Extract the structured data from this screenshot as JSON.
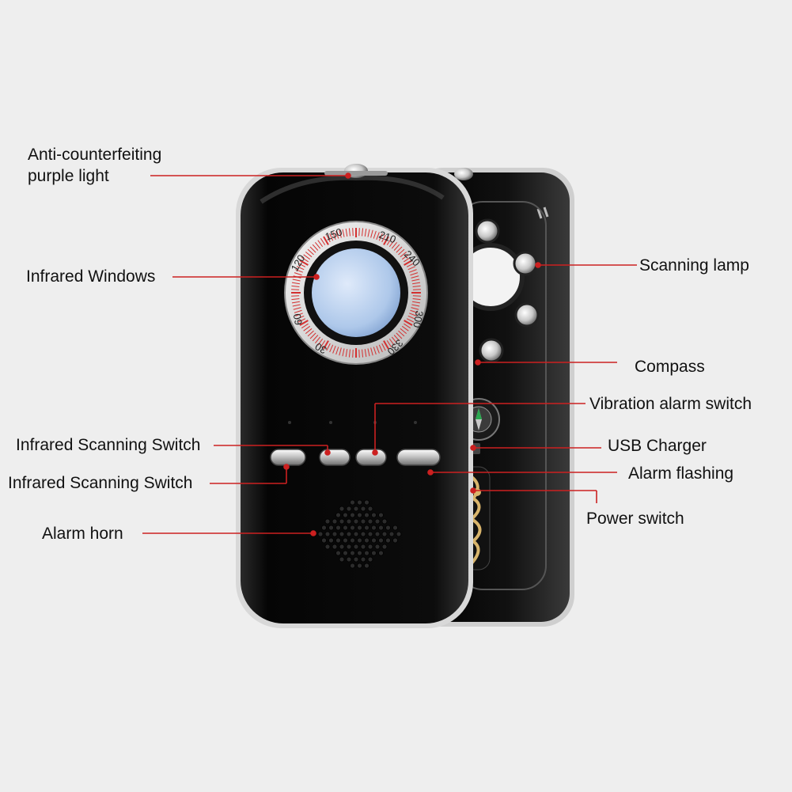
{
  "colors": {
    "background": "#eeeeee",
    "leader_line": "#cc2020",
    "device_body": "#0b0b0b",
    "dial_ticks": "#d43030",
    "lens": "#b8d2ef"
  },
  "dial": {
    "numbers": [
      "150",
      "210",
      "240",
      "300",
      "330",
      "30",
      "60",
      "120"
    ]
  },
  "labels": {
    "anti_counterfeit_line1": "Anti-counterfeiting",
    "anti_counterfeit_line2": "purple light",
    "infrared_windows": "Infrared Windows",
    "infrared_switch_1": "Infrared Scanning Switch",
    "infrared_switch_2": "Infrared Scanning Switch",
    "alarm_horn": "Alarm horn",
    "scanning_lamp": "Scanning lamp",
    "compass": "Compass",
    "vibration_switch": "Vibration alarm switch",
    "usb_charger": "USB Charger",
    "alarm_flashing": "Alarm flashing",
    "power_switch": "Power switch"
  }
}
